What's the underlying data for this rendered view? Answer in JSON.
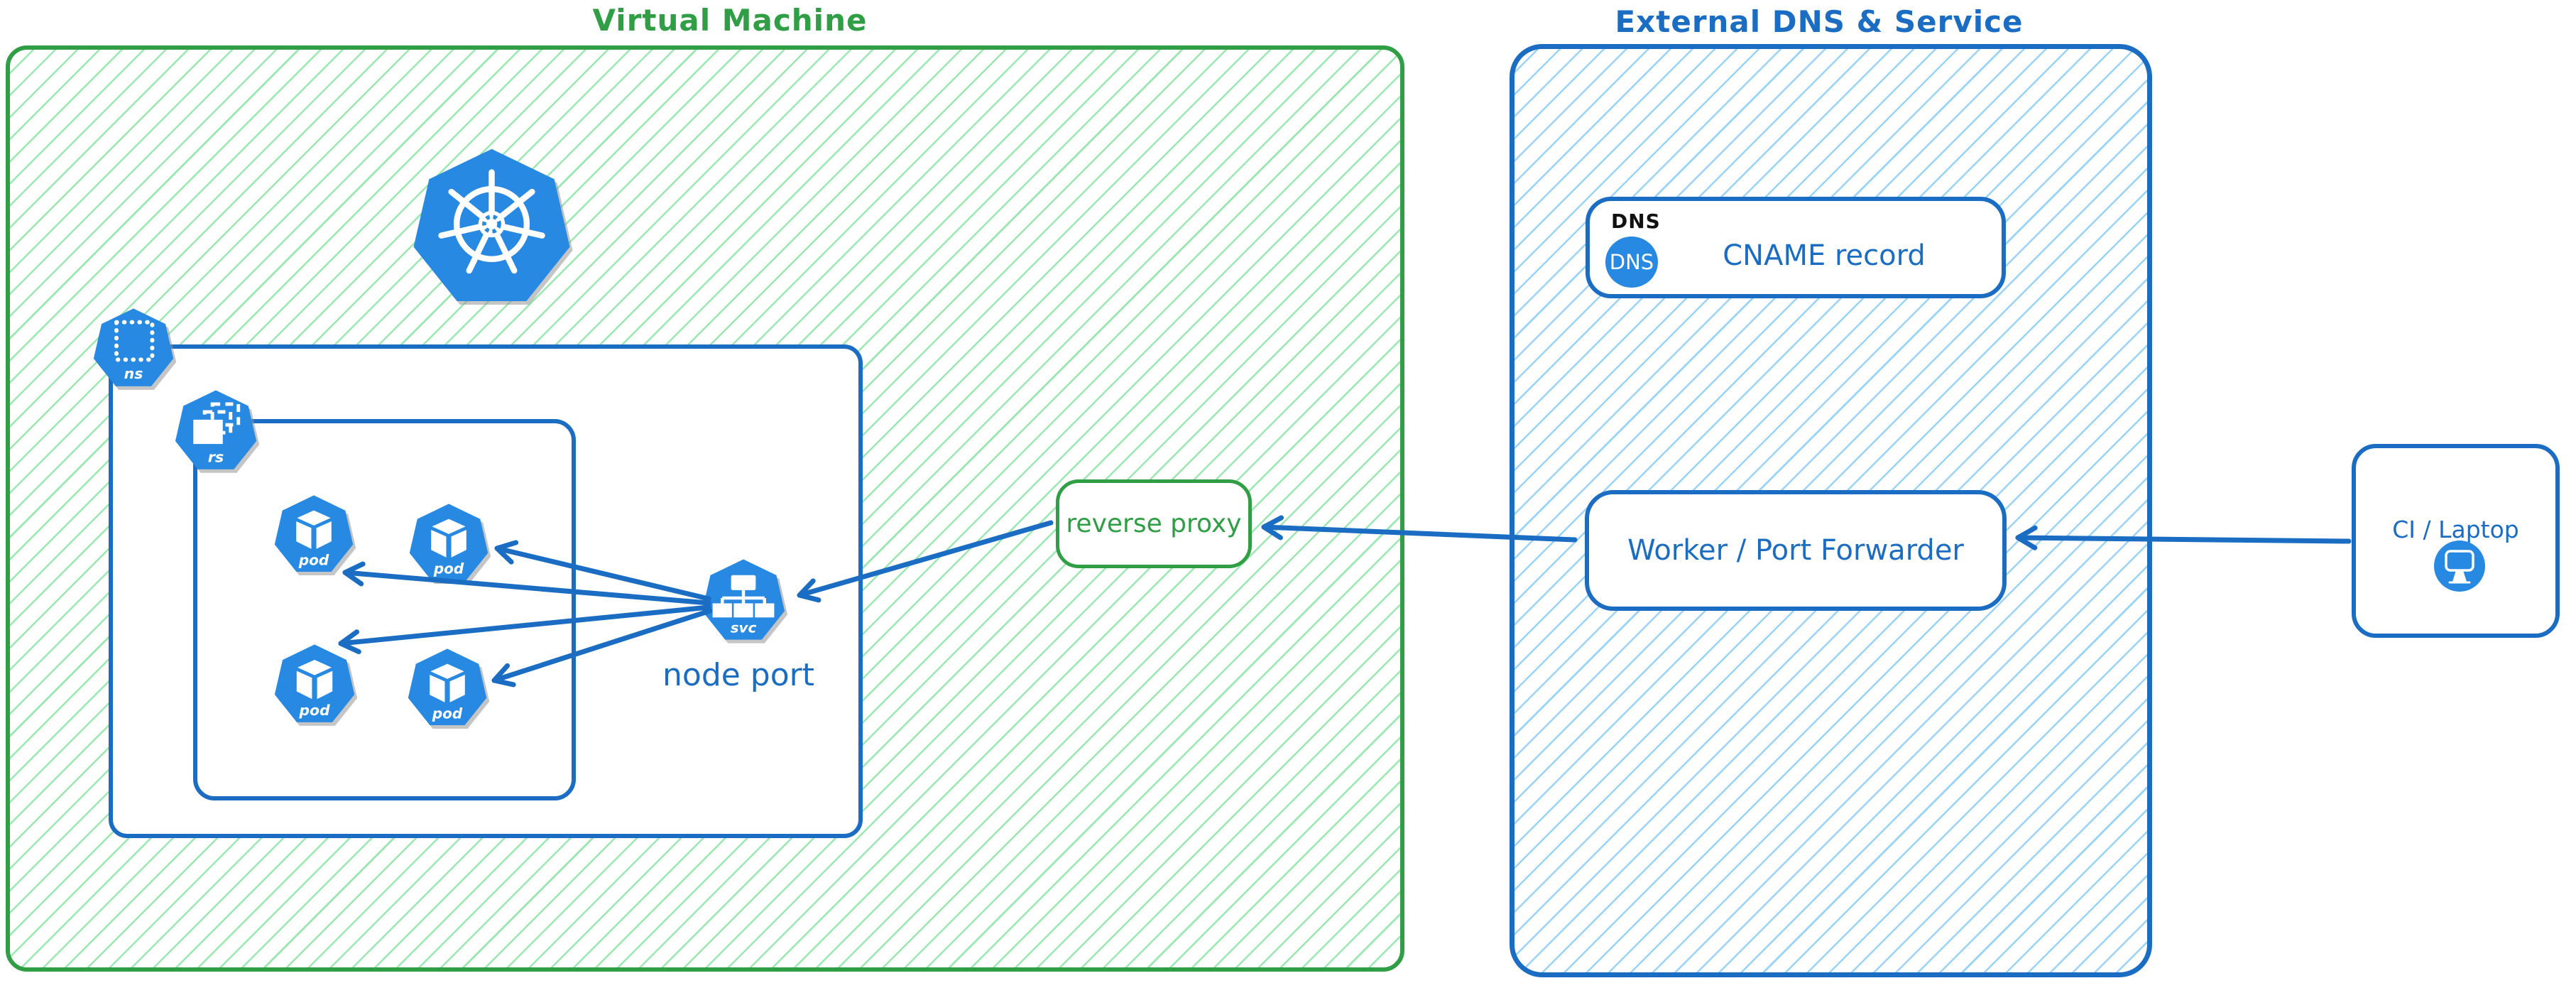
{
  "regions": {
    "virtual_machine": {
      "title": "Virtual Machine",
      "stroke": "#2f9e44",
      "hatch": "#9ae8af"
    },
    "external_dns": {
      "title": "External DNS & Service",
      "stroke": "#1a6dc2",
      "hatch": "#9bd2f8"
    }
  },
  "icons": {
    "kubernetes_logo": {
      "name": "kubernetes-logo"
    },
    "namespace": {
      "label": "ns"
    },
    "replicaset": {
      "label": "rs"
    },
    "pods": [
      {
        "label": "pod"
      },
      {
        "label": "pod"
      },
      {
        "label": "pod"
      },
      {
        "label": "pod"
      }
    ],
    "service": {
      "label": "svc",
      "caption": "node port"
    }
  },
  "nodes": {
    "reverse_proxy": {
      "label": "reverse proxy"
    },
    "dns_record": {
      "header": "DNS",
      "badge": "DNS",
      "label": "CNAME record"
    },
    "worker": {
      "label": "Worker / Port Forwarder"
    },
    "ci_laptop": {
      "label": "CI / Laptop"
    }
  },
  "colors": {
    "icon_blue": "#2789e2",
    "blue_stroke": "#1a6dc2",
    "green_stroke": "#2f9e44",
    "text_black": "#111111"
  }
}
